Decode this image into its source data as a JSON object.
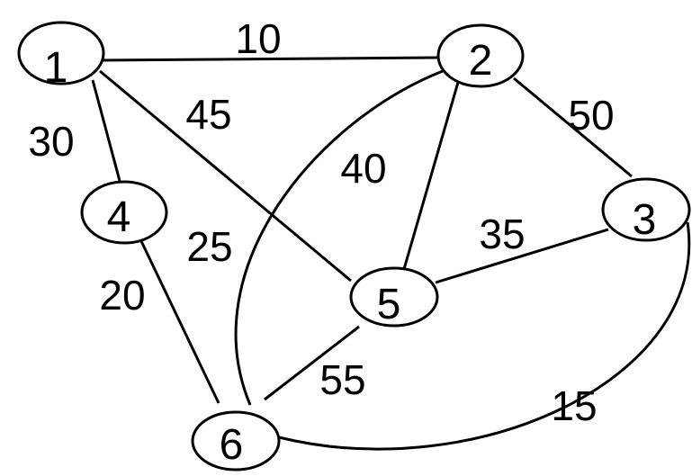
{
  "diagram": {
    "type": "undirected-weighted-graph",
    "background_color": "#ffffff",
    "stroke_color": "#000000",
    "text_color": "#000000",
    "nodes": [
      {
        "id": "1",
        "label": "1"
      },
      {
        "id": "2",
        "label": "2"
      },
      {
        "id": "3",
        "label": "3"
      },
      {
        "id": "4",
        "label": "4"
      },
      {
        "id": "5",
        "label": "5"
      },
      {
        "id": "6",
        "label": "6"
      }
    ],
    "edges": [
      {
        "from": "1",
        "to": "2",
        "weight": "10"
      },
      {
        "from": "1",
        "to": "4",
        "weight": "30"
      },
      {
        "from": "1",
        "to": "5",
        "weight": "45"
      },
      {
        "from": "2",
        "to": "3",
        "weight": "50"
      },
      {
        "from": "2",
        "to": "5",
        "weight": "40"
      },
      {
        "from": "2",
        "to": "6",
        "weight": "25"
      },
      {
        "from": "3",
        "to": "5",
        "weight": "35"
      },
      {
        "from": "3",
        "to": "6",
        "weight": "15"
      },
      {
        "from": "4",
        "to": "6",
        "weight": "20"
      },
      {
        "from": "5",
        "to": "6",
        "weight": "55"
      }
    ]
  }
}
